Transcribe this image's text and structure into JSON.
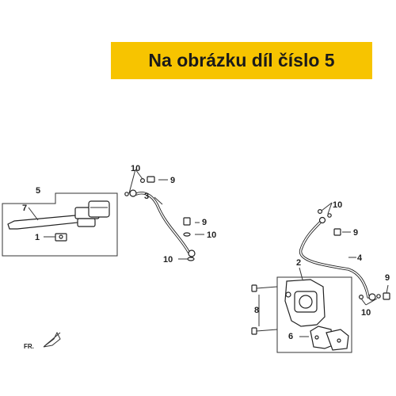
{
  "banner": {
    "text": "Na obrázku díl číslo 5",
    "color": "#f7c400"
  },
  "callouts": {
    "c1": "1",
    "c2": "2",
    "c3": "3",
    "c4": "4",
    "c5": "5",
    "c6": "6",
    "c7": "7",
    "c8": "8",
    "c9a": "9",
    "c9b": "9",
    "c9c": "9",
    "c9d": "9",
    "c10a": "10",
    "c10b": "10",
    "c10c": "10",
    "c10d": "10",
    "c10e": "10"
  },
  "direction_label": "FR."
}
